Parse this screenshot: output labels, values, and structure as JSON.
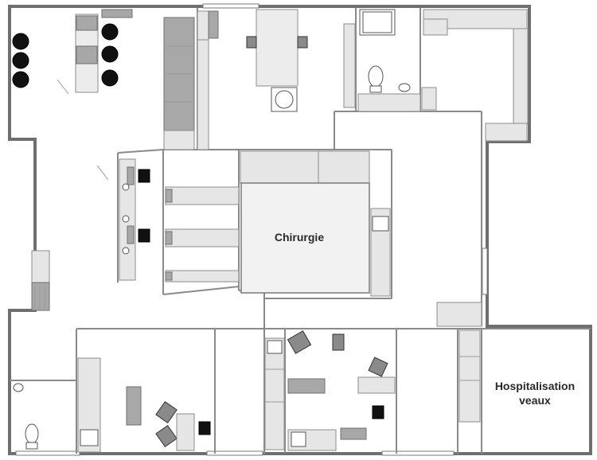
{
  "labels": {
    "surgery": "Chirurgie",
    "calf_ward_line1": "Hospitalisation",
    "calf_ward_line2": "veaux"
  },
  "colors": {
    "wall": "#6f6f6f",
    "counter": "#e6e6e6",
    "chair": "#111111",
    "surgery_floor": "#f2f2f2"
  }
}
